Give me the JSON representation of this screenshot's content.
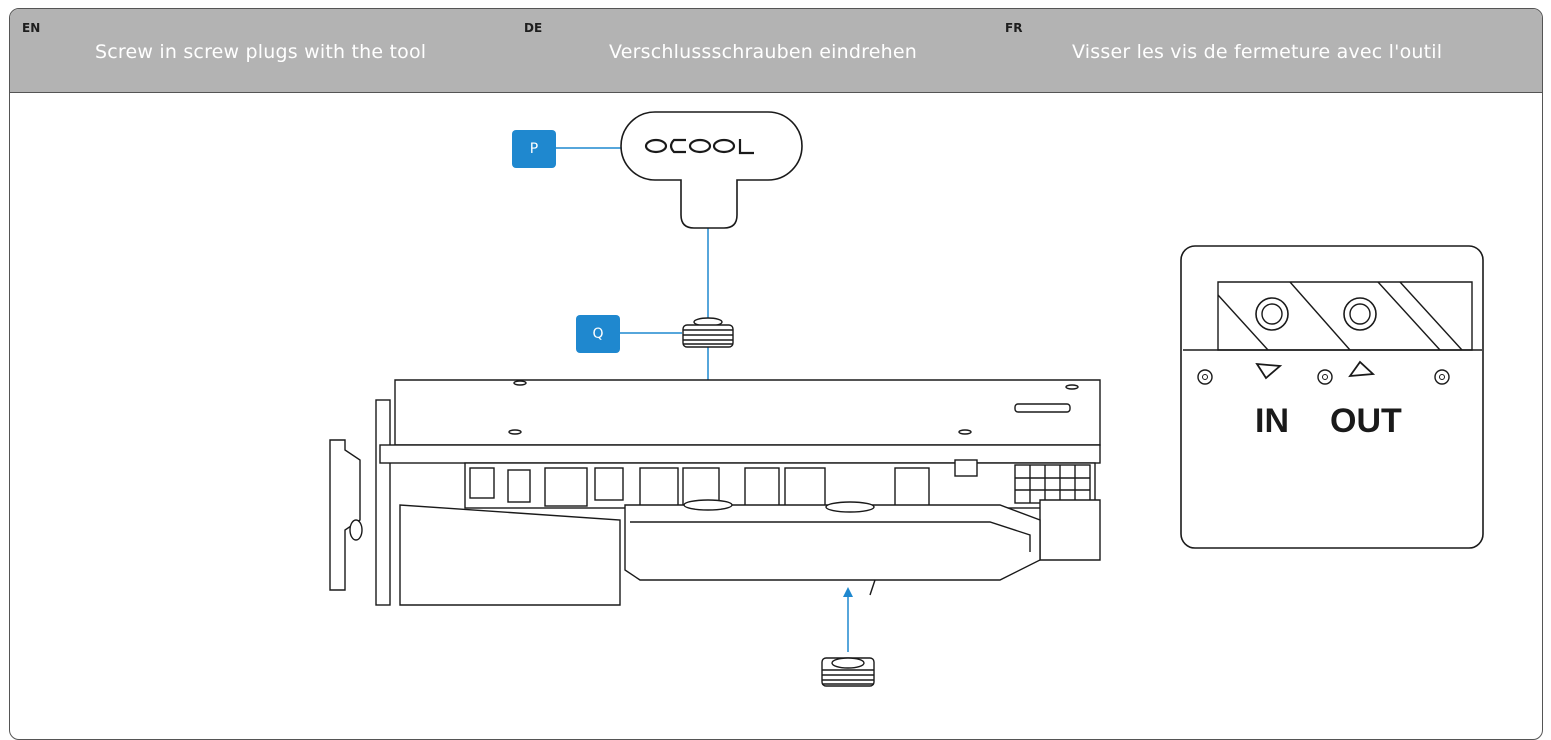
{
  "header": {
    "en": {
      "code": "EN",
      "title": "Screw in screw plugs with the tool"
    },
    "de": {
      "code": "DE",
      "title": "Verschlussschrauben eindrehen"
    },
    "fr": {
      "code": "FR",
      "title": "Visser les vis de fermeture avec l'outil"
    }
  },
  "callouts": {
    "tool": "P",
    "plug": "Q"
  },
  "tool": {
    "brand": "alphacool-logo"
  },
  "inset": {
    "in_label": "IN",
    "out_label": "OUT"
  },
  "colors": {
    "accent": "#1f88cf",
    "header_bg": "#b3b3b3",
    "line": "#1a1a1a"
  }
}
